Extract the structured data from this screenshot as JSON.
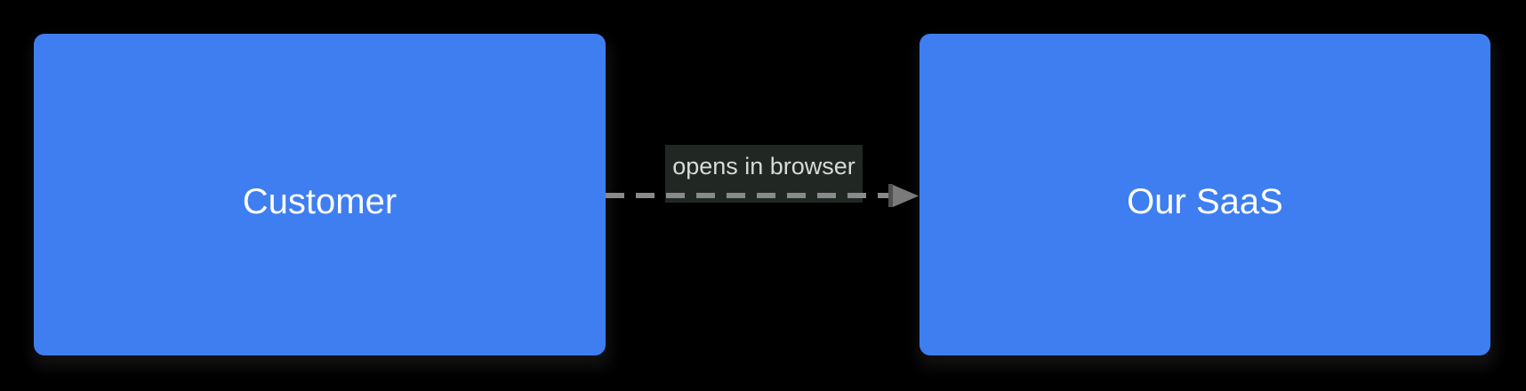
{
  "diagram": {
    "type": "flowchart-left-right",
    "nodes": [
      {
        "id": "customer",
        "label": "Customer"
      },
      {
        "id": "our-saas",
        "label": "Our SaaS"
      }
    ],
    "edge": {
      "from": "customer",
      "to": "our-saas",
      "label": "opens in browser",
      "style": "dashed-arrow"
    }
  },
  "colors": {
    "background": "#000000",
    "node_fill": "#3e7ef0",
    "node_text": "#ffffff",
    "edge_line": "#8a8a8a",
    "arrowhead": "#7a7a7a",
    "arrowhead_tick": "#4f4f4f",
    "edge_label_bg": "#212824",
    "edge_label_text": "#d9d9d9"
  }
}
